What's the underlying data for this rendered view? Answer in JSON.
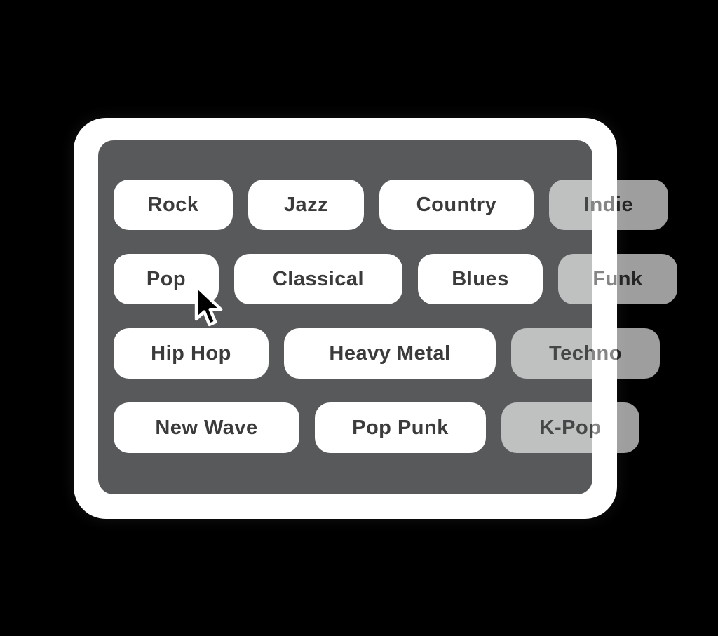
{
  "genre_picker": {
    "buttons": [
      {
        "label": "Rock",
        "state": "default"
      },
      {
        "label": "Jazz",
        "state": "default"
      },
      {
        "label": "Country",
        "state": "default"
      },
      {
        "label": "Indie",
        "state": "faded"
      },
      {
        "label": "Pop",
        "state": "default"
      },
      {
        "label": "Classical",
        "state": "default"
      },
      {
        "label": "Blues",
        "state": "default"
      },
      {
        "label": "Funk",
        "state": "faded"
      },
      {
        "label": "Hip Hop",
        "state": "default"
      },
      {
        "label": "Heavy Metal",
        "state": "default"
      },
      {
        "label": "Techno",
        "state": "faded"
      },
      {
        "label": "New Wave",
        "state": "default"
      },
      {
        "label": "Pop Punk",
        "state": "default"
      },
      {
        "label": "K-Pop",
        "state": "faded"
      }
    ],
    "cursor": {
      "hover_target": "Pop"
    },
    "colors": {
      "page_background": "#000000",
      "card_background": "#ffffff",
      "panel_background": "#58595b",
      "chip_background": "#ffffff",
      "chip_text": "#3b3b3b"
    }
  }
}
